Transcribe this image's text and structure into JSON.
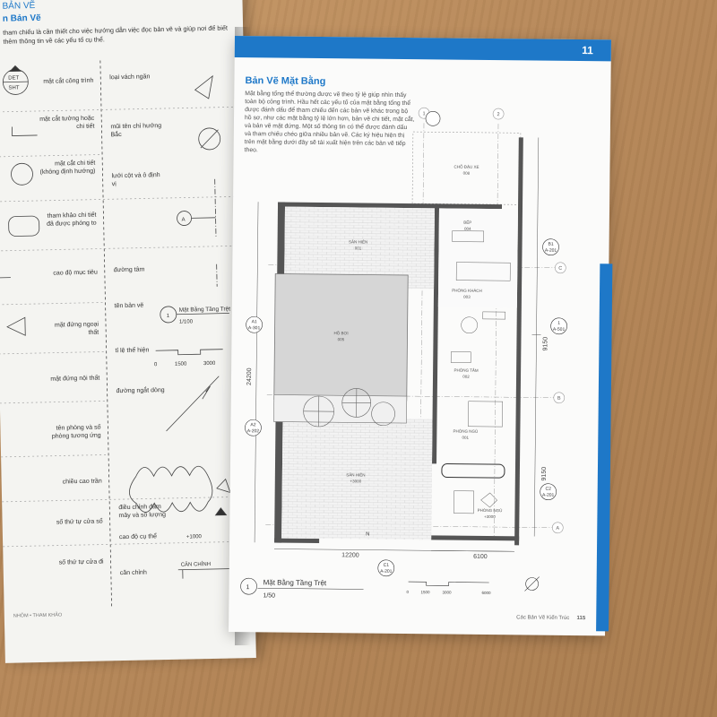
{
  "left_page": {
    "header": "BẢN VẼ",
    "subheader": "n Bản Vẽ",
    "intro": "tham chiếu là cần thiết cho việc hướng dẫn việc đọc bản vẽ và giúp nơi để biết thêm thông tin về các yếu tố cụ thể.",
    "col1": [
      "mặt cắt công trình",
      "mặt cắt tường hoặc chi tiết",
      "mặt cắt chi tiết (không định hướng)",
      "tham khảo chi tiết đã được phóng to",
      "cao độ mục tiêu",
      "mặt đứng ngoại thất",
      "mặt đứng nội thất",
      "tên phòng và số phòng tương ứng",
      "chiều cao trần",
      "số thứ tự cửa sổ",
      "số thứ tự cửa đi"
    ],
    "col2": [
      "loại vách ngăn",
      "mũi tên chỉ hướng Bắc",
      "lưới cột và ô định vị",
      "đường tâm",
      "tên bản vẽ",
      "tỉ lệ thể hiện",
      "đường ngắt dòng",
      "điều chỉnh đám mây và số lượng",
      "cao độ cụ thể",
      "căn chỉnh"
    ],
    "sym_labels": {
      "det": "DET",
      "sht": "SHT",
      "grid": "A",
      "name_num": "1",
      "name": "Mặt Bằng Tầng Trệt",
      "scale": "1/100",
      "s0": "0",
      "s1": "1500",
      "s2": "3000",
      "elev": "+1000",
      "align": "CĂN CHỈNH"
    },
    "footer": "NHỎM • THAM KHẢO"
  },
  "right_page": {
    "page_number": "11",
    "title": "Bản Vẽ Mặt Bằng",
    "paragraph": "Mặt bằng tổng thể thường được vẽ theo tỷ lệ giúp nhìn thấy toàn bộ công trình. Hầu hết các yếu tố của mặt bằng tổng thể được đánh dấu để tham chiếu đến các bản vẽ khác trong bộ hồ sơ, như các mặt bằng tỷ lệ lớn hơn, bản vẽ chi tiết, mặt cắt, và bản vẽ mặt đứng. Một số thông tin có thể được đánh dấu và tham chiếu chéo giữa nhiều bản vẽ. Các ký hiệu hiện thị trên mặt bằng dưới đây sẽ tái xuất hiện trên các bản vẽ tiếp theo.",
    "footer": "Các Bản Vẽ Kiến Trúc",
    "footer_page": "115"
  },
  "plan": {
    "grid": [
      "1",
      "2",
      "A",
      "B",
      "C"
    ],
    "dims": {
      "top_left": "12200",
      "bottom_right": "6100",
      "side_left": "24200",
      "side_upper": "9150",
      "side_lower": "9150"
    },
    "markers": {
      "a1": "A1",
      "a1_ref": "A-301",
      "a2": "A2",
      "a2_ref": "A-202",
      "c1": "C1",
      "c1_ref": "A-201",
      "c2": "C2",
      "c2_ref": "A-201",
      "b1": "B1",
      "b1_ref": "A-201",
      "one": "1",
      "one_ref": "A-501"
    },
    "rooms": [
      "CHỖ ĐẬU XE",
      "SÂN HIÊN",
      "HỒ BƠI",
      "BẾP",
      "PHÒNG KHÁCH",
      "PHÒNG TẮM",
      "PHÒNG NGỦ",
      "SÂN HIÊN",
      "PHÒNG NGỦ"
    ],
    "room_codes": [
      "008",
      "001",
      "005",
      "004",
      "003",
      "002",
      "001",
      "+3000",
      "+3000"
    ],
    "title_num": "1",
    "title": "Mặt Bằng Tầng Trệt",
    "scale": "1/50",
    "sb": [
      "0",
      "1500",
      "3000",
      "6000"
    ],
    "north": "N"
  }
}
